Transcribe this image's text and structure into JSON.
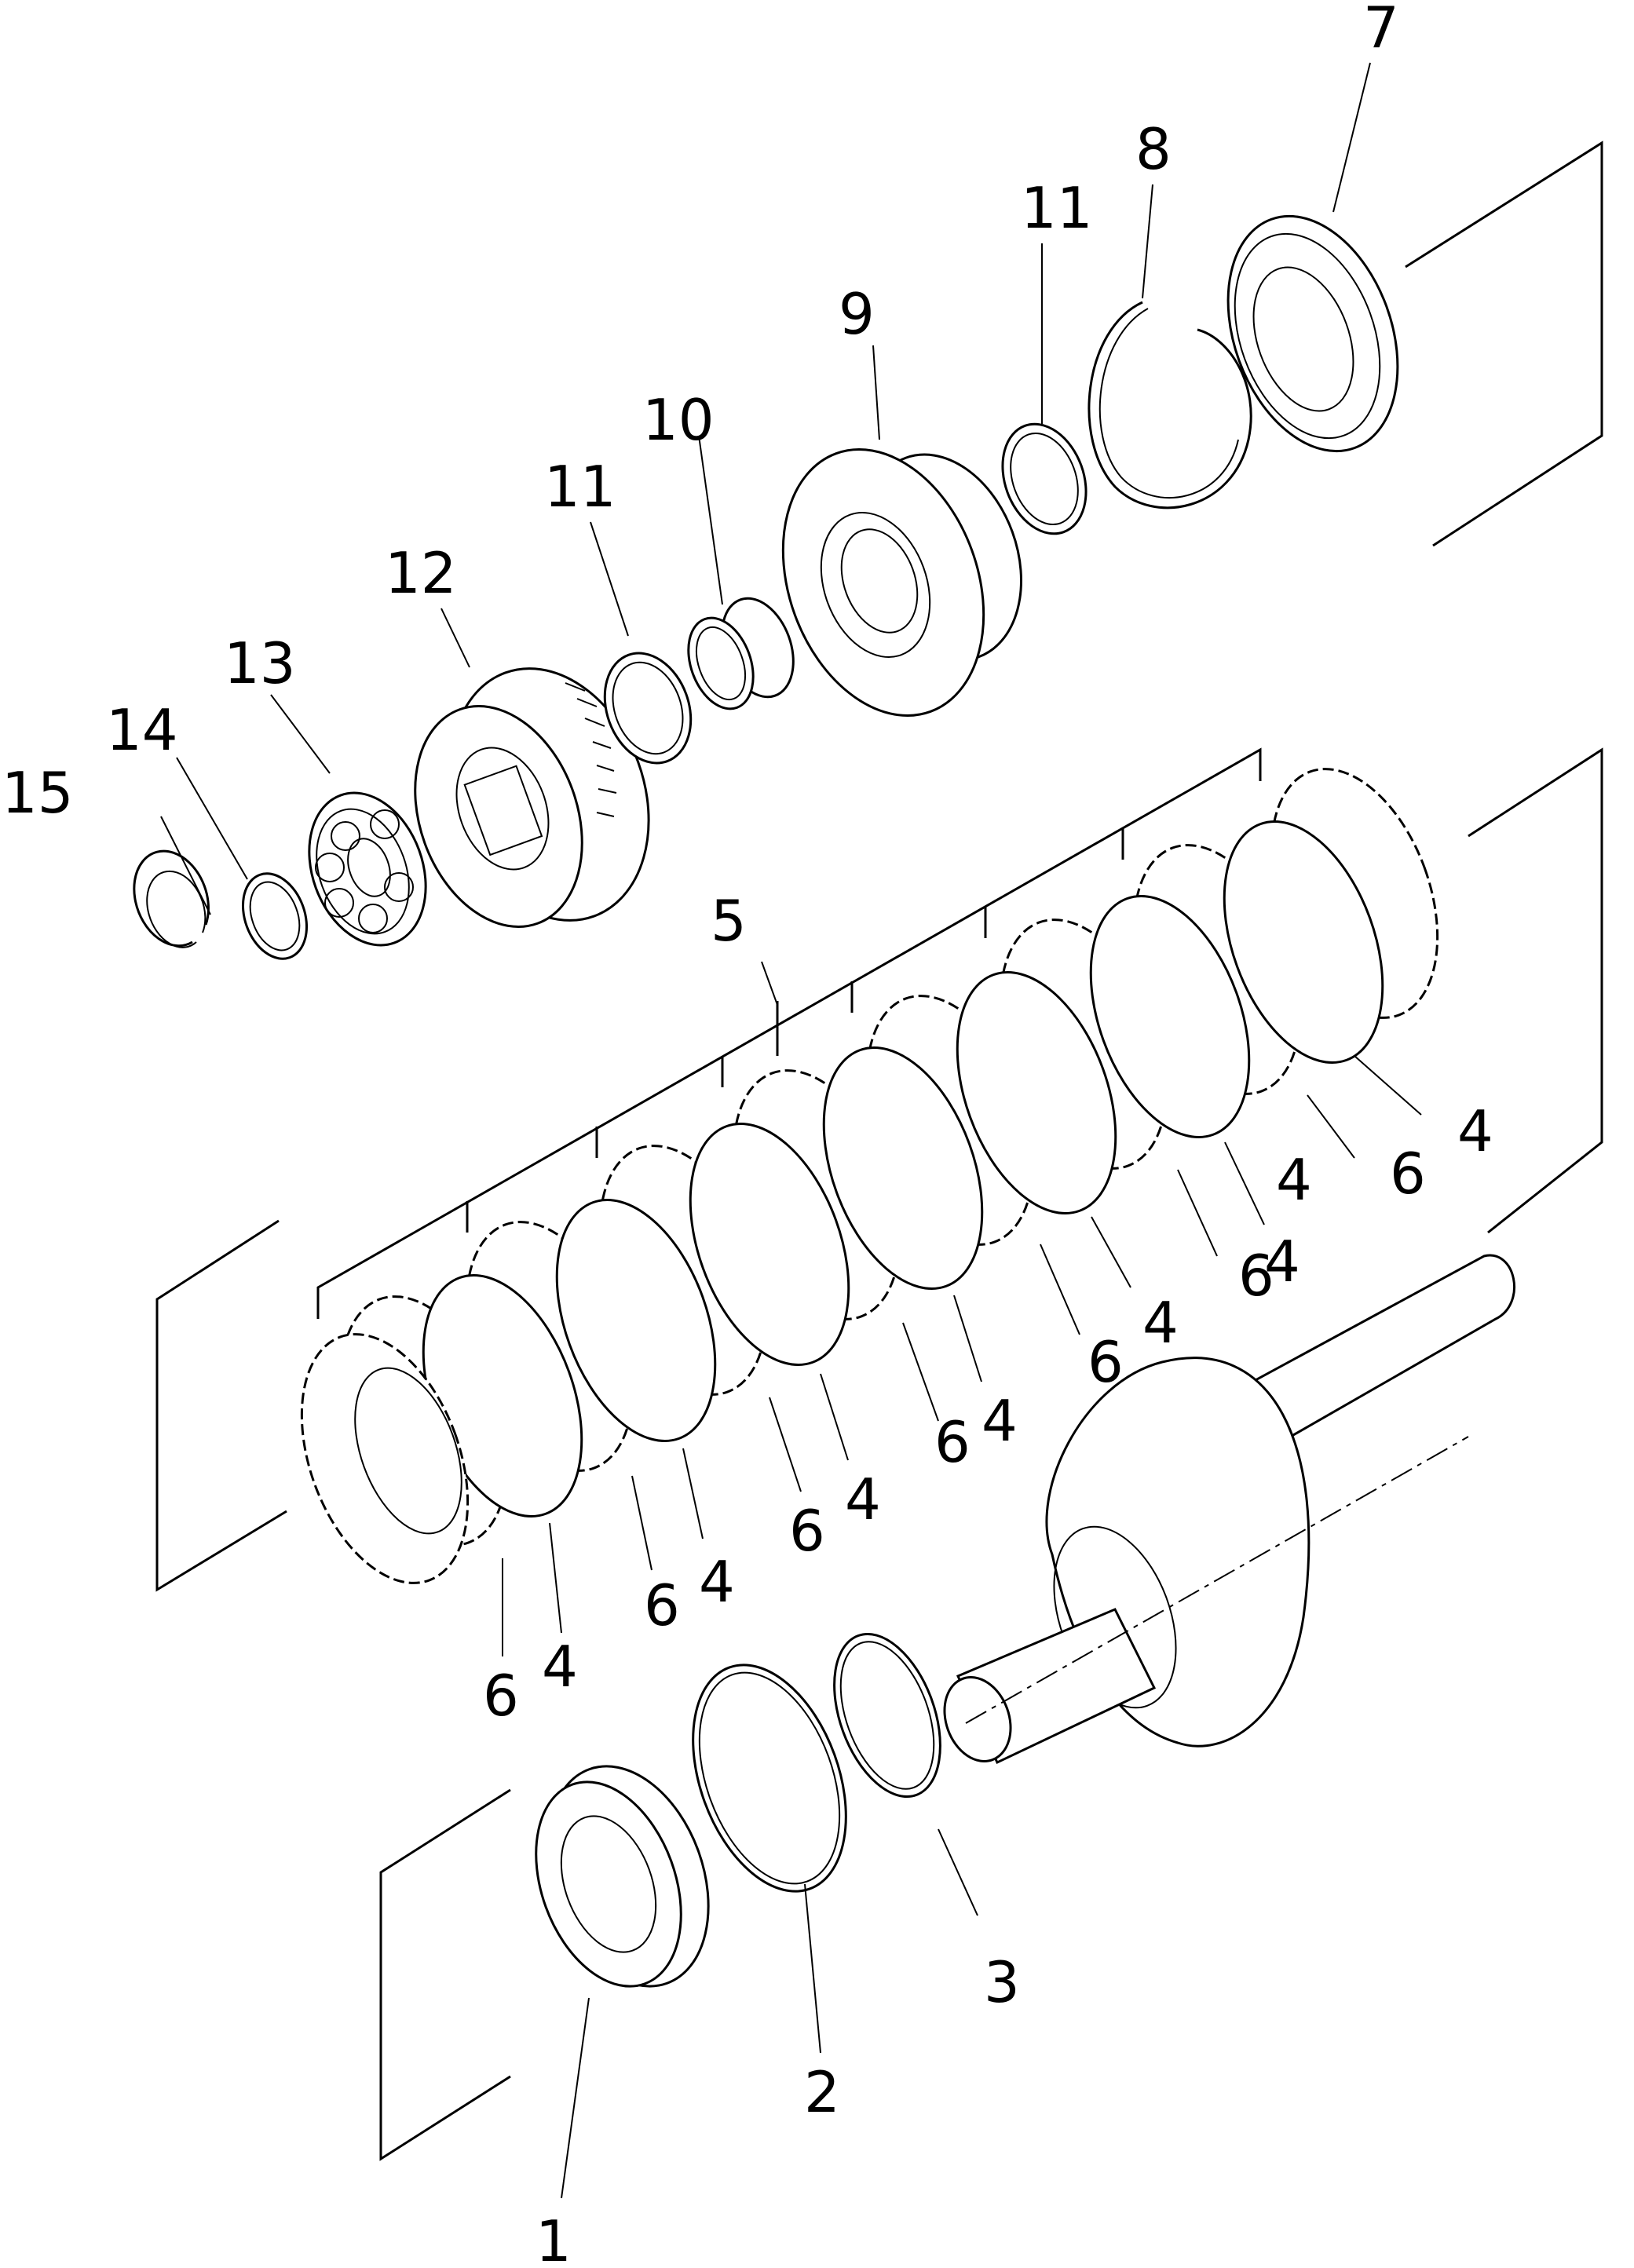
{
  "callouts": [
    {
      "id": "c1",
      "label": "1"
    },
    {
      "id": "c2",
      "label": "2"
    },
    {
      "id": "c3",
      "label": "3"
    },
    {
      "id": "c4a",
      "label": "4"
    },
    {
      "id": "c4b",
      "label": "4"
    },
    {
      "id": "c4c",
      "label": "4"
    },
    {
      "id": "c4d",
      "label": "4"
    },
    {
      "id": "c4e",
      "label": "4"
    },
    {
      "id": "c4f",
      "label": "4"
    },
    {
      "id": "c4g",
      "label": "4"
    },
    {
      "id": "c4h",
      "label": "4"
    },
    {
      "id": "c5",
      "label": "5"
    },
    {
      "id": "c6a",
      "label": "6"
    },
    {
      "id": "c6b",
      "label": "6"
    },
    {
      "id": "c6c",
      "label": "6"
    },
    {
      "id": "c6d",
      "label": "6"
    },
    {
      "id": "c6e",
      "label": "6"
    },
    {
      "id": "c6f",
      "label": "6"
    },
    {
      "id": "c6g",
      "label": "6"
    },
    {
      "id": "c7",
      "label": "7"
    },
    {
      "id": "c8",
      "label": "8"
    },
    {
      "id": "c9",
      "label": "9"
    },
    {
      "id": "c10",
      "label": "10"
    },
    {
      "id": "c11a",
      "label": "11"
    },
    {
      "id": "c11b",
      "label": "11"
    },
    {
      "id": "c12",
      "label": "12"
    },
    {
      "id": "c13",
      "label": "13"
    },
    {
      "id": "c14",
      "label": "14"
    },
    {
      "id": "c15",
      "label": "15"
    }
  ]
}
